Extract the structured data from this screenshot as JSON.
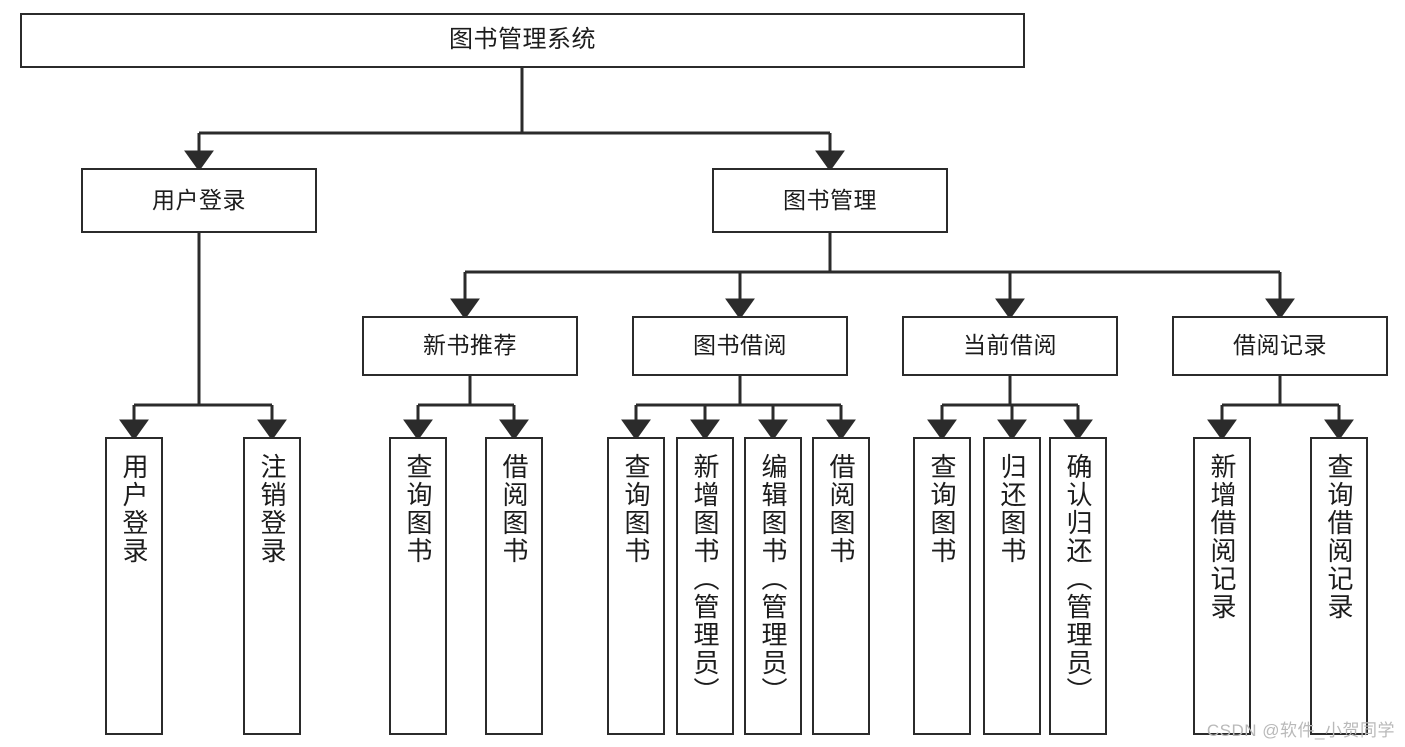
{
  "diagram": {
    "title": "图书管理系统",
    "type": "tree",
    "watermark": "CSDN @软件_小贺同学",
    "colors": {
      "stroke": "#2b2b2b",
      "fill": "#ffffff",
      "text": "#1c1c1c",
      "watermark": "#b9b9b9"
    },
    "root": {
      "label": "图书管理系统"
    },
    "level2": [
      {
        "label": "用户登录"
      },
      {
        "label": "图书管理"
      }
    ],
    "level3": [
      {
        "label": "新书推荐"
      },
      {
        "label": "图书借阅"
      },
      {
        "label": "当前借阅"
      },
      {
        "label": "借阅记录"
      }
    ],
    "leaves": {
      "user_login": [
        {
          "label": "用户登录"
        },
        {
          "label": "注销登录"
        }
      ],
      "new_book_recommend": [
        {
          "label": "查询图书"
        },
        {
          "label": "借阅图书"
        }
      ],
      "book_borrow": [
        {
          "label": "查询图书"
        },
        {
          "label": "新增图书（管理员）"
        },
        {
          "label": "编辑图书（管理员）"
        },
        {
          "label": "借阅图书"
        }
      ],
      "current_borrow": [
        {
          "label": "查询图书"
        },
        {
          "label": "归还图书"
        },
        {
          "label": "确认归还（管理员）"
        }
      ],
      "borrow_record": [
        {
          "label": "新增借阅记录"
        },
        {
          "label": "查询借阅记录"
        }
      ]
    }
  }
}
